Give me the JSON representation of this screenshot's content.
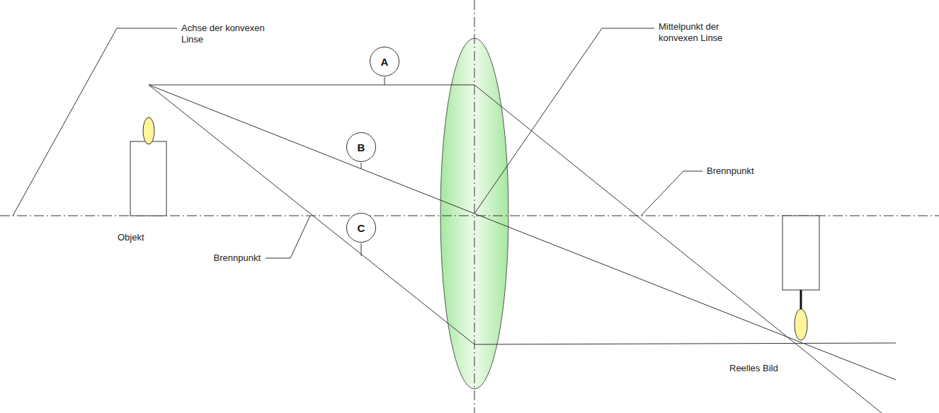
{
  "diagram": {
    "nodes": [
      {
        "text": [
          "A"
        ]
      },
      {
        "text": [
          "B"
        ]
      },
      {
        "text": [
          "C"
        ]
      }
    ],
    "labels": [
      "Achse der konvexen Linse",
      "Mittelpunkt der konvexen Linse",
      "Brennpunkt",
      "Objekt",
      "Brennpunkt",
      "Reelles Bild"
    ]
  }
}
